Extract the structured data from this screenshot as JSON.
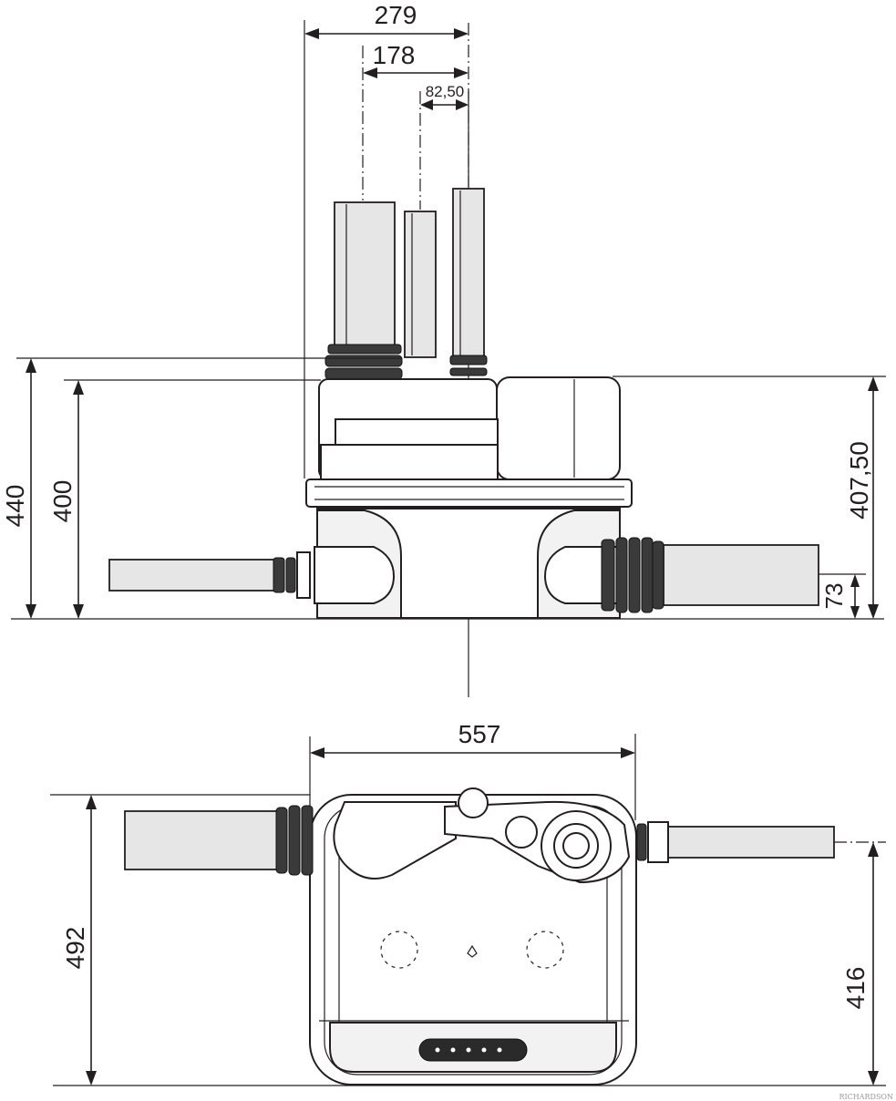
{
  "dimensions": {
    "top_width_outer": "279",
    "top_width_middle": "178",
    "top_width_inner": "82,50",
    "height_total": "440",
    "height_body": "400",
    "height_right": "407,50",
    "outlet_height": "73",
    "plan_width": "557",
    "plan_depth_total": "492",
    "plan_depth_outlet": "416"
  },
  "watermark": "RICHARDSON",
  "colors": {
    "line": "#231f20",
    "body": "#f2f2f2",
    "pipe": "#e6e6e6",
    "seal": "#3a3a3a"
  }
}
